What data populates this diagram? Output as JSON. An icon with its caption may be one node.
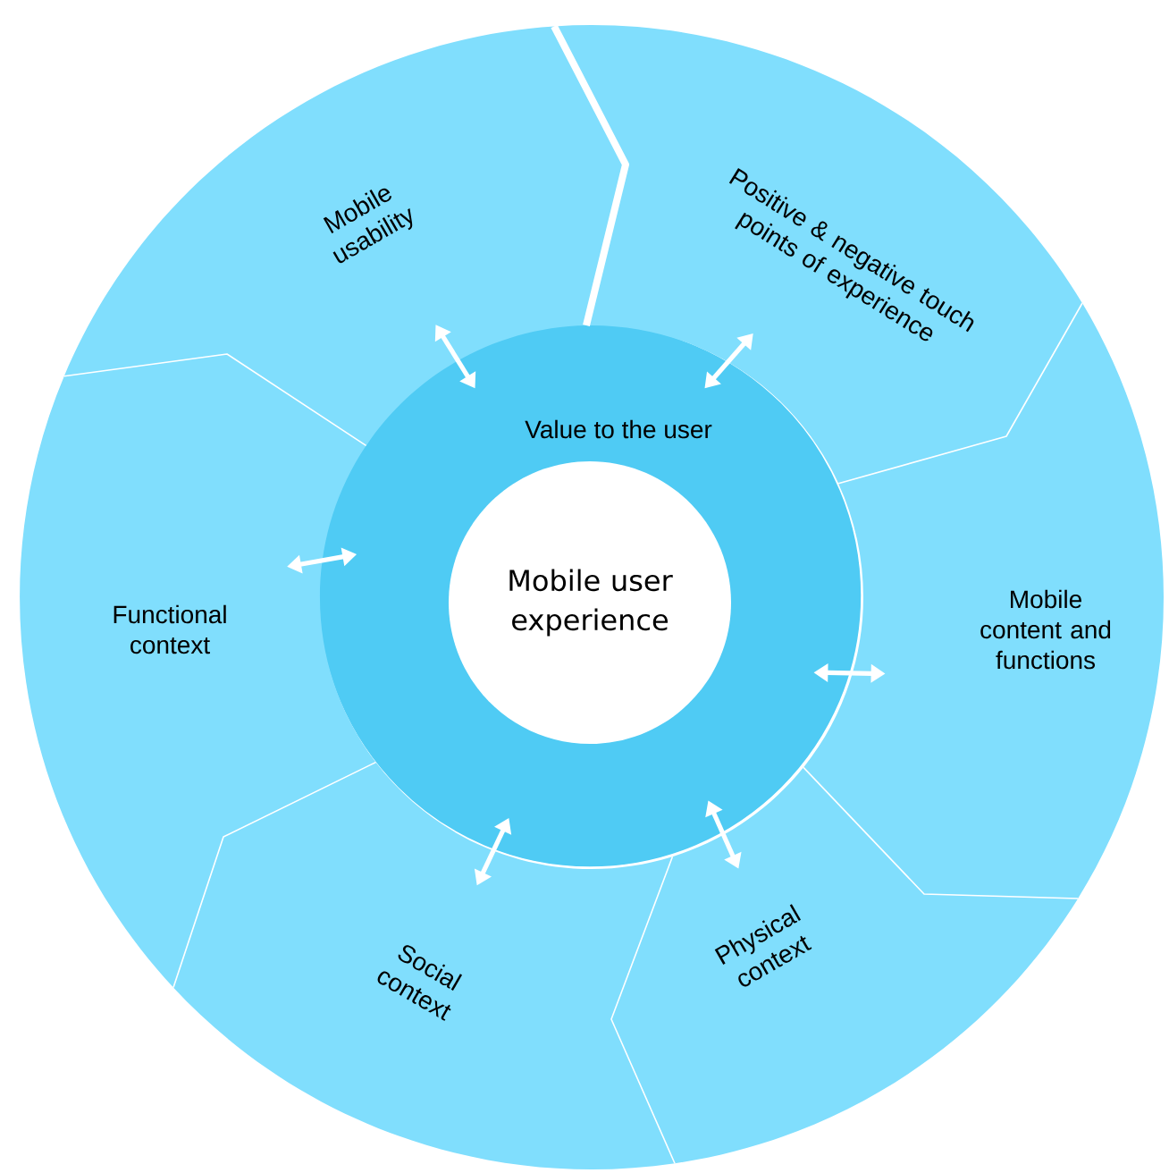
{
  "diagram": {
    "nodes": [
      {
        "text": [
          "Mobile user experience"
        ],
        "in": 1
      },
      {
        "text": [
          "Value to the user"
        ]
      },
      {
        "text": [
          "Mobile usability"
        ]
      },
      {
        "text": [
          "Positive & negative touch points of experience"
        ]
      },
      {
        "text": [
          "Functional context"
        ]
      },
      {
        "text": [
          "Mobile content and functions"
        ]
      },
      {
        "text": [
          "Social context"
        ]
      },
      {
        "text": [
          "Physical context"
        ]
      }
    ],
    "edges": [
      {
        "from": 1,
        "to": 2,
        "arrow": "both"
      },
      {
        "from": 1,
        "to": 3,
        "arrow": "both"
      },
      {
        "from": 1,
        "to": 4,
        "arrow": "both"
      },
      {
        "from": 1,
        "to": 5,
        "arrow": "both"
      },
      {
        "from": 1,
        "to": 6,
        "arrow": "both"
      },
      {
        "from": 1,
        "to": 7,
        "arrow": "both"
      }
    ]
  }
}
